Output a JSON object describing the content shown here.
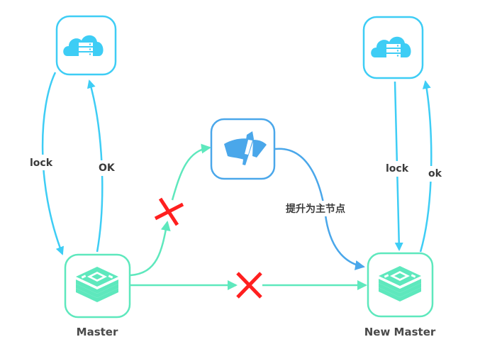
{
  "colors": {
    "cloud_blue": "#3ecdf5",
    "sentinel_blue": "#4aa7ea",
    "redis_green": "#5ee8bd",
    "fail_red": "#ff1f1f",
    "label_text": "#3b3b3b"
  },
  "nodes": {
    "cloud_left": {
      "icon": "cloud-server-icon"
    },
    "cloud_right": {
      "icon": "cloud-server-icon"
    },
    "sentinel": {
      "icon": "sentinel-flag-icon"
    },
    "master": {
      "icon": "redis-stack-icon",
      "label": "Master"
    },
    "new_master": {
      "icon": "redis-stack-icon",
      "label": "New Master"
    }
  },
  "edges": {
    "left_lock": "lock",
    "left_ok": "OK",
    "right_lock": "lock",
    "right_ok": "ok",
    "promote": "提升为主节点"
  },
  "failures": [
    {
      "name": "master-to-sentinel-failed",
      "symbol": "x-mark"
    },
    {
      "name": "master-to-new-master-failed",
      "symbol": "x-mark"
    }
  ]
}
